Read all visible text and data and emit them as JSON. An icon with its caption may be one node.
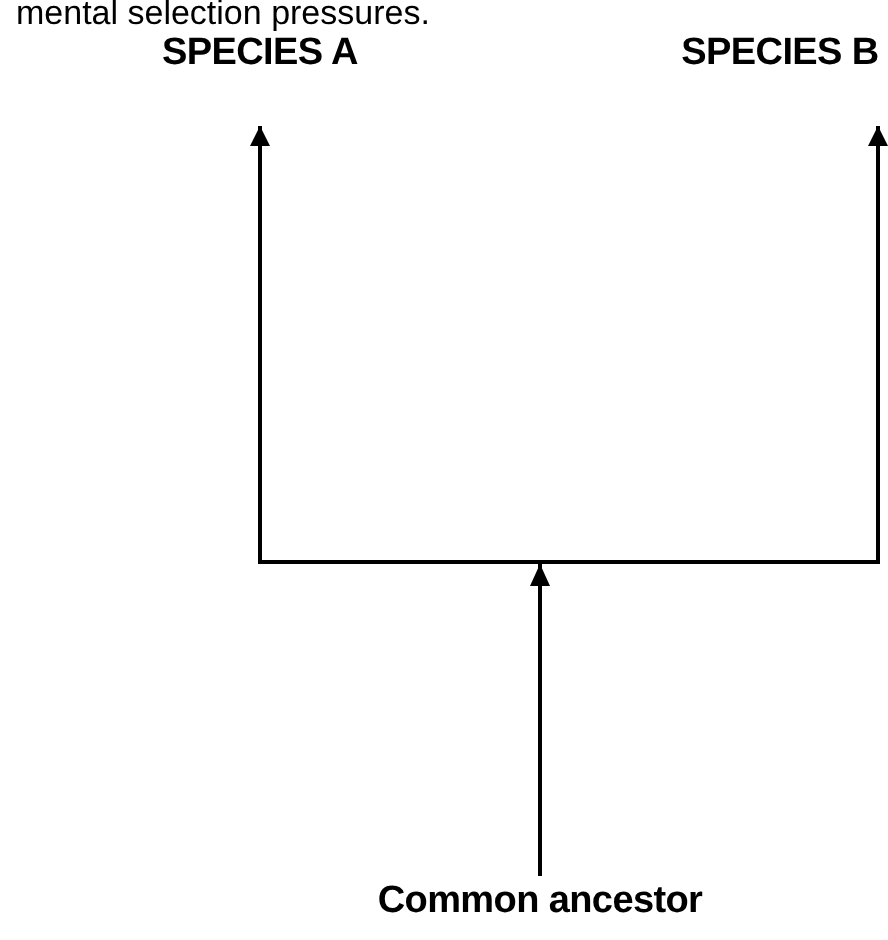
{
  "diagram": {
    "nodes": [
      {
        "text": [
          "SPECIES A"
        ]
      },
      {
        "text": [
          "SPECIES B"
        ]
      },
      {
        "text": [
          "Common ancestor"
        ]
      }
    ],
    "edges": [
      {
        "from": 2,
        "to": 0,
        "arrow": "to"
      },
      {
        "from": 2,
        "to": 1,
        "arrow": "to"
      }
    ],
    "labels": [
      "mental selection pressures."
    ]
  }
}
